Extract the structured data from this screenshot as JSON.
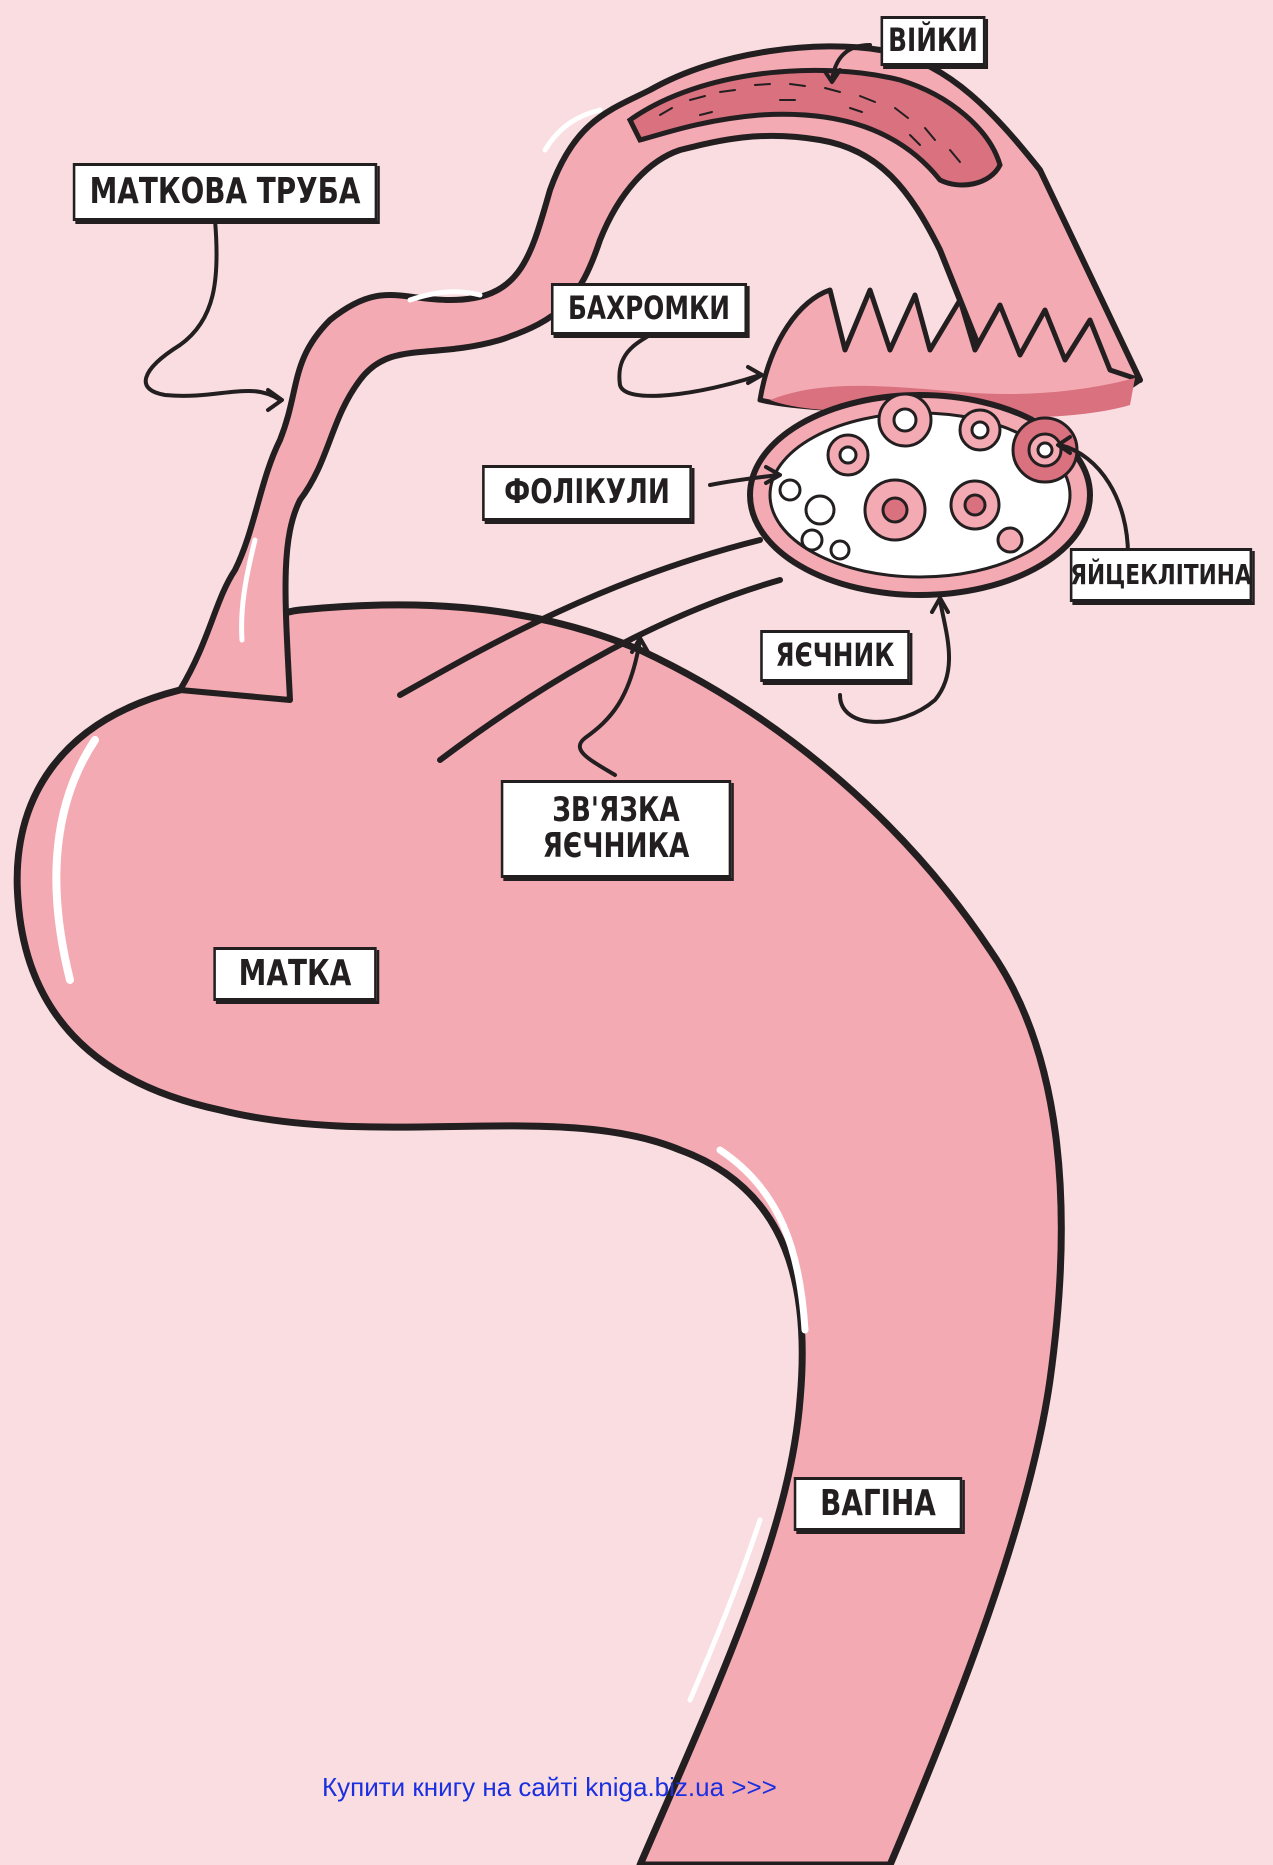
{
  "labels": {
    "fallopian_tube": "МАТКОВА ТРУБА",
    "cilia": "ВІЙКИ",
    "fimbriae": "БАХРОМКИ",
    "follicles": "ФОЛІКУЛИ",
    "egg_cell": "ЯЙЦЕКЛІТИНА",
    "ovary": "ЯЄЧНИК",
    "ovarian_ligament_line1": "ЗВ'ЯЗКА",
    "ovarian_ligament_line2": "ЯЄЧНИКА",
    "uterus": "МАТКА",
    "vagina": "ВАГІНА"
  },
  "footer": {
    "link_text": "Купити книгу на сайті kniga.biz.ua >>>"
  },
  "colors": {
    "background": "#f9dde0",
    "tissue": "#f4aab3",
    "tissue_dark": "#d9717f",
    "outline": "#231f20",
    "link": "#1a2fe0"
  }
}
